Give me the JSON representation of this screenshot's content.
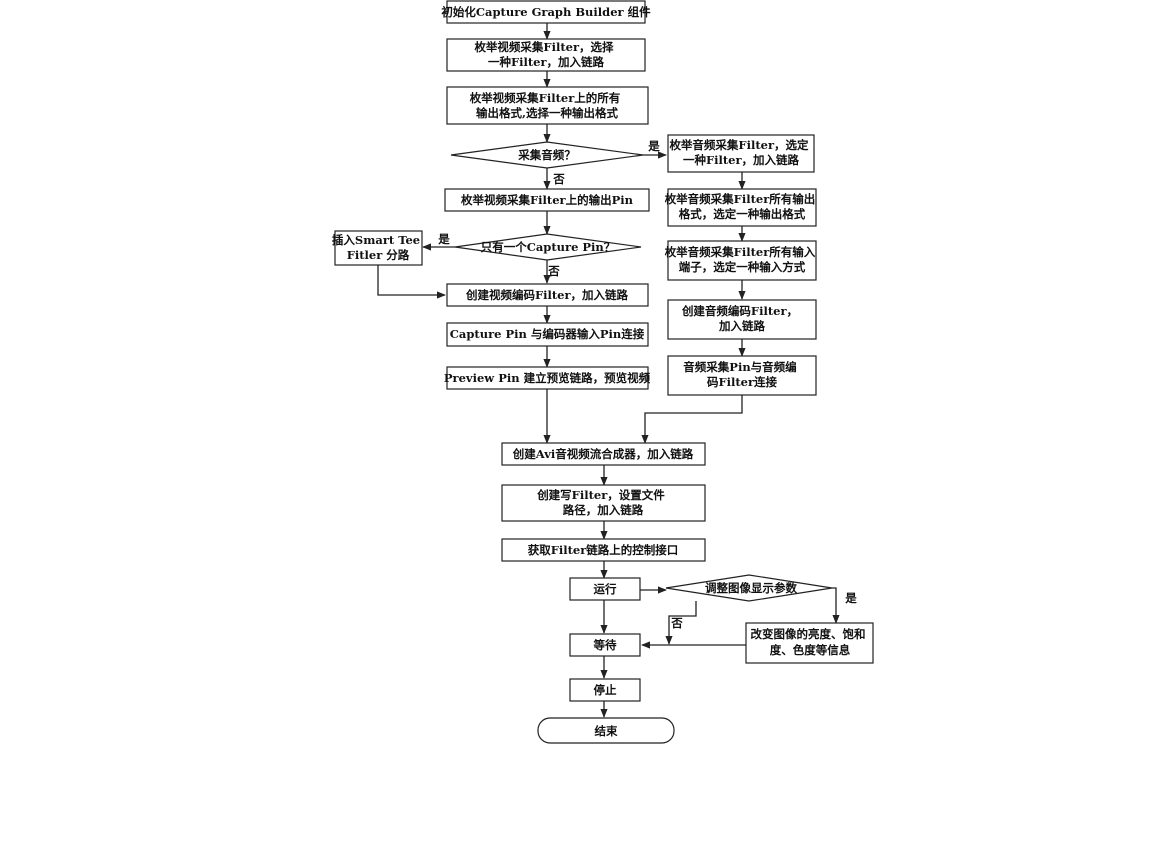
{
  "nodes": {
    "init": [
      "初始化Capture Graph Builder 组件"
    ],
    "enum_video_filter": [
      "枚举视频采集Filter，选择",
      "一种Filter，加入链路"
    ],
    "enum_video_formats": [
      "枚举视频采集Filter上的所有",
      "输出格式,选择一种输出格式"
    ],
    "capture_audio_q": [
      "采集音频？"
    ],
    "enum_audio_filter": [
      "枚举音频采集Filter，选定",
      "一种Filter，加入链路"
    ],
    "enum_video_pins": [
      "枚举视频采集Filter上的输出Pin"
    ],
    "enum_audio_formats": [
      "枚举音频采集Filter所有输出",
      "格式，选定一种输出格式"
    ],
    "insert_smart_tee": [
      "插入Smart Tee",
      "Fitler 分路"
    ],
    "one_capture_pin_q": [
      "只有一个Capture Pin？"
    ],
    "enum_audio_inputs": [
      "枚举音频采集Filter所有输入",
      "端子，选定一种输入方式"
    ],
    "create_video_encoder": [
      "创建视频编码Filter，加入链路"
    ],
    "create_audio_encoder": [
      "创建音频编码Filter，",
      "加入链路"
    ],
    "connect_capture_pin": [
      "Capture Pin 与编码器输入Pin连接"
    ],
    "preview_pin": [
      "Preview Pin 建立预览链路，预览视频"
    ],
    "connect_audio_pin": [
      "音频采集Pin与音频编",
      "码Filter连接"
    ],
    "create_avi_mux": [
      "创建Avi音视频流合成器，加入链路"
    ],
    "create_writer": [
      "创建写Filter，设置文件",
      "路径，加入链路"
    ],
    "get_control": [
      "获取Filter链路上的控制接口"
    ],
    "run": [
      "运行"
    ],
    "adjust_q": [
      "调整图像显示参数"
    ],
    "change_image": [
      "改变图像的亮度、饱和",
      "度、色度等信息"
    ],
    "wait": [
      "等待"
    ],
    "stop": [
      "停止"
    ],
    "end": [
      "结束"
    ]
  },
  "edge_labels": {
    "audio_yes": "是",
    "audio_no": "否",
    "pin_yes": "是",
    "pin_no": "否",
    "adjust_yes": "是",
    "adjust_no": "否"
  }
}
